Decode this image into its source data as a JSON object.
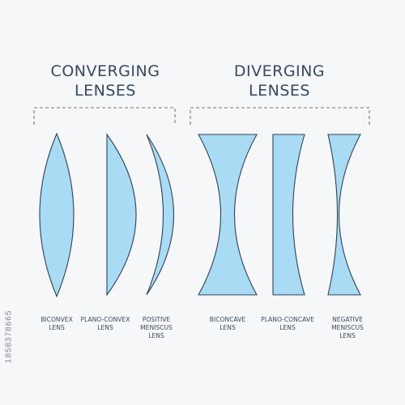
{
  "headings": {
    "converging": [
      "CONVERGING",
      "LENSES"
    ],
    "diverging": [
      "DIVERGING",
      "LENSES"
    ]
  },
  "lenses": [
    {
      "id": "biconvex",
      "group": "converging",
      "label": [
        "BICONVEX",
        "LENS"
      ]
    },
    {
      "id": "plano-convex",
      "group": "converging",
      "label": [
        "PLANO-CONVEX",
        "LENS"
      ]
    },
    {
      "id": "positive-meniscus",
      "group": "converging",
      "label": [
        "POSITIVE",
        "MENISCUS",
        "LENS"
      ]
    },
    {
      "id": "biconcave",
      "group": "diverging",
      "label": [
        "BICONCAVE",
        "LENS"
      ]
    },
    {
      "id": "plano-concave",
      "group": "diverging",
      "label": [
        "PLANO-CONCAVE",
        "LENS"
      ]
    },
    {
      "id": "negative-meniscus",
      "group": "diverging",
      "label": [
        "NEGATIVE",
        "MENISCUS",
        "LENS"
      ]
    }
  ],
  "side_code": "1858378665",
  "colors": {
    "lens_fill": "#a9dcf4",
    "lens_stroke": "#2f4256",
    "text": "#37495d",
    "bracket": "#6d7886"
  }
}
